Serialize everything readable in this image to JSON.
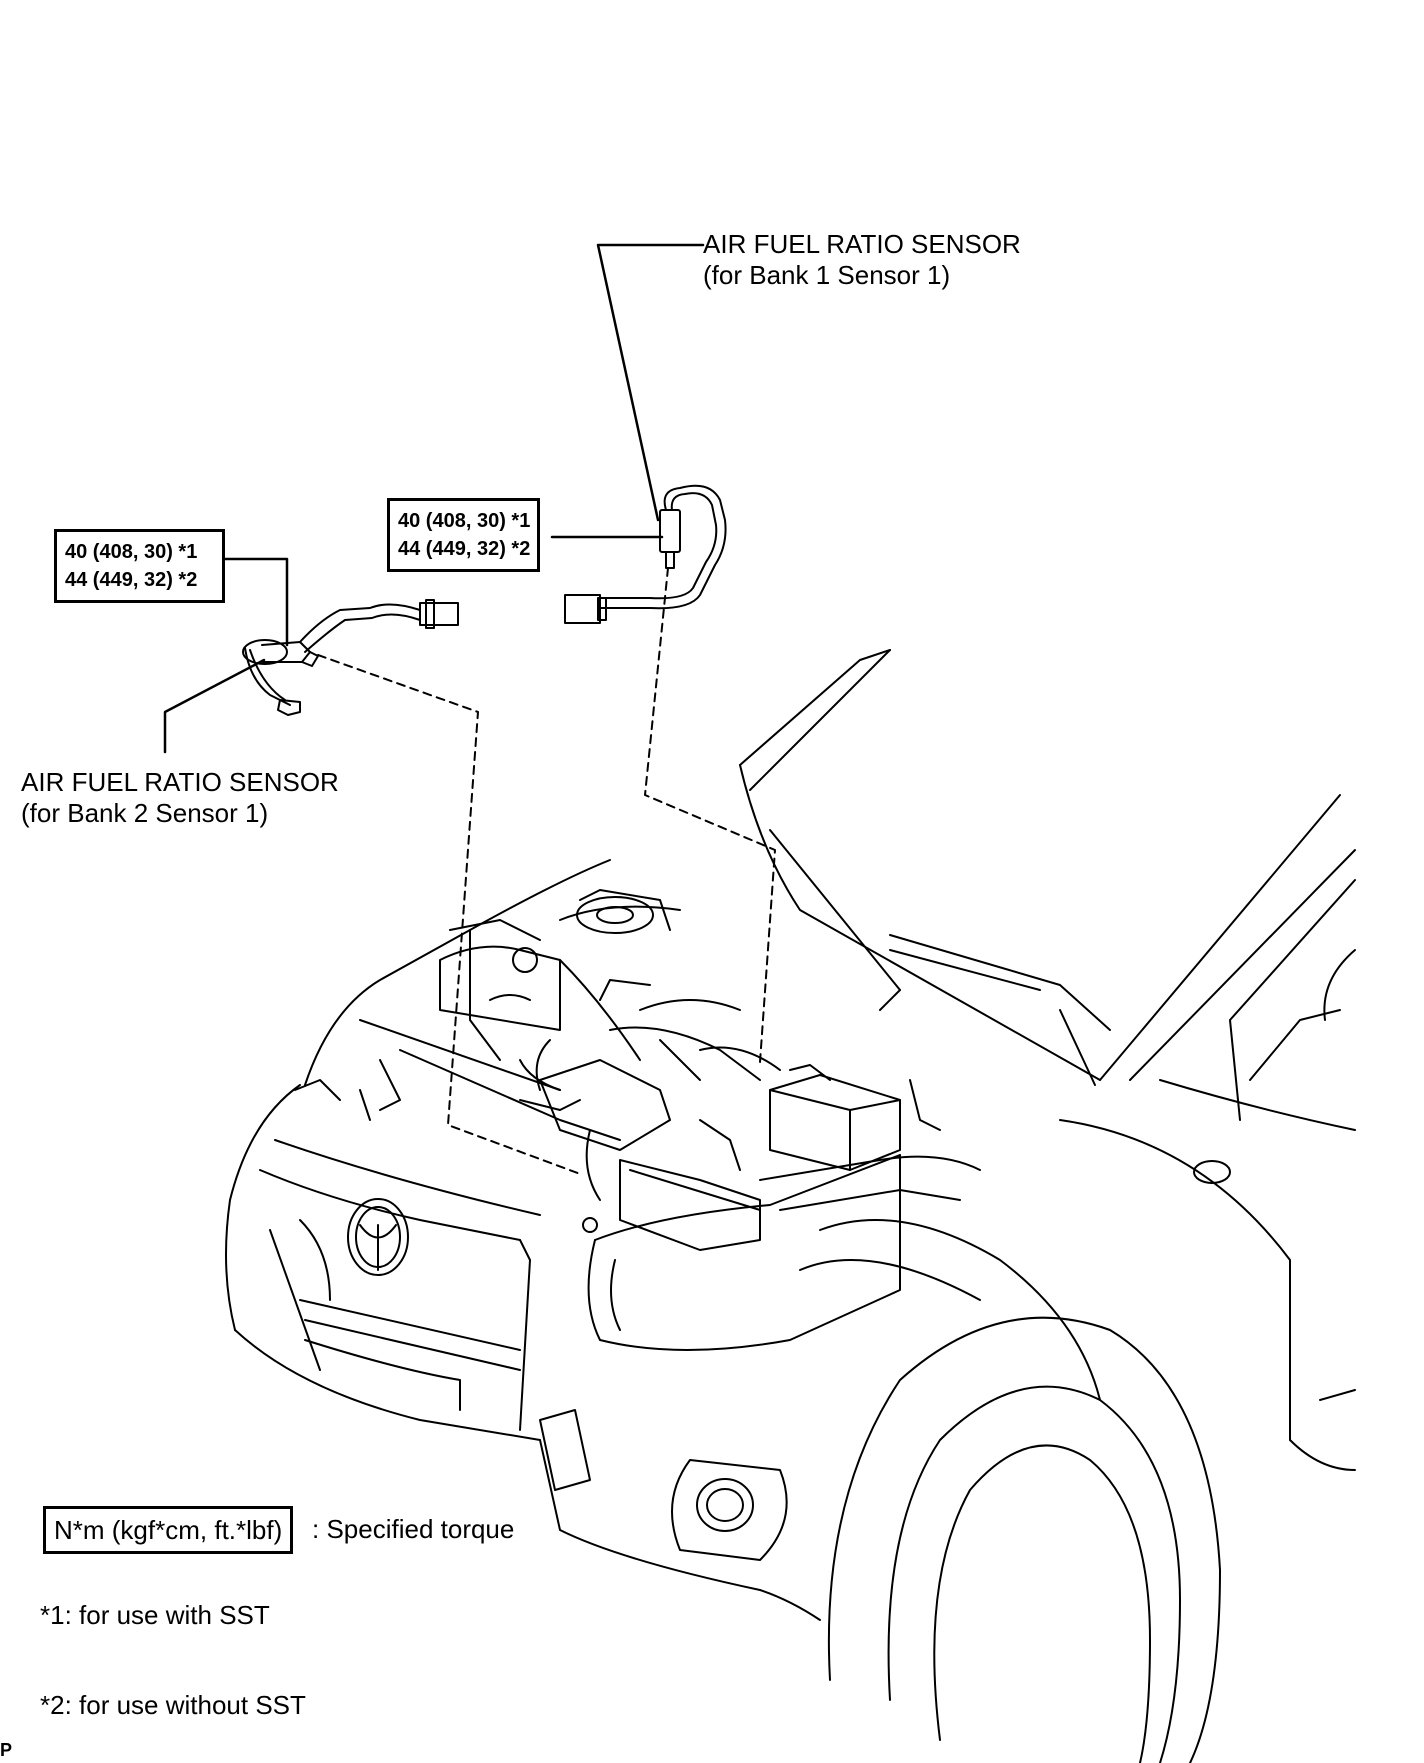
{
  "sensor_bank1": {
    "name": "AIR FUEL RATIO SENSOR",
    "location": "(for Bank 1 Sensor 1)"
  },
  "sensor_bank2": {
    "name": "AIR FUEL RATIO SENSOR",
    "location": "(for Bank 2 Sensor 1)"
  },
  "torque_bank1": {
    "line1": "40 (408, 30) *1",
    "line2": "44 (449, 32) *2"
  },
  "torque_bank2": {
    "line1": "40 (408, 30) *1",
    "line2": "44 (449, 32) *2"
  },
  "legend": {
    "unit_box": "N*m (kgf*cm, ft.*lbf)",
    "meaning": ": Specified torque"
  },
  "footnotes": {
    "note1": "*1: for use with SST",
    "note2": "*2: for use without SST"
  },
  "corner_mark": "P"
}
